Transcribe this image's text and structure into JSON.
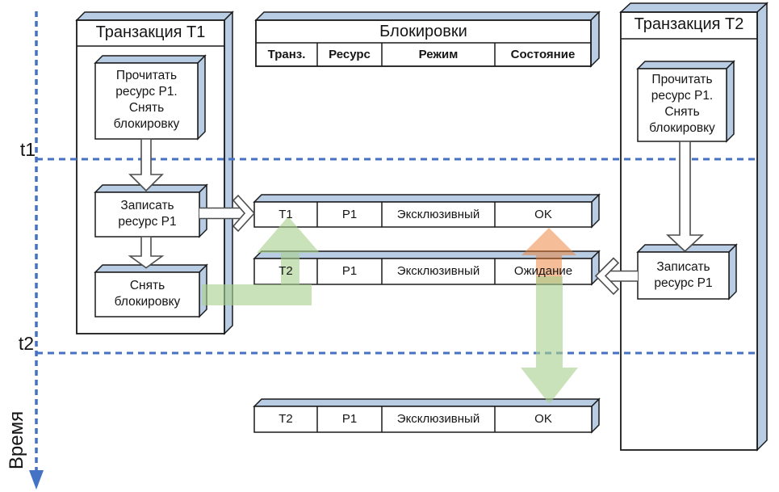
{
  "timeline": {
    "t1_label": "t1",
    "t2_label": "t2",
    "axis_label": "Время"
  },
  "transaction1": {
    "title": "Транзакция T1",
    "step1": "Прочитать\nресурс P1.\nСнять\nблокировку",
    "step2": "Записать\nресурс P1",
    "step3": "Снять\nблокировку"
  },
  "transaction2": {
    "title": "Транзакция T2",
    "step1": "Прочитать\nресурс P1.\nСнять\nблокировку",
    "step2": "Записать\nресурс P1"
  },
  "locks_table": {
    "title": "Блокировки",
    "headers": [
      "Транз.",
      "Ресурс",
      "Режим",
      "Состояние"
    ],
    "rows": [
      {
        "transaction": "T1",
        "resource": "P1",
        "mode": "Эксклюзивный",
        "status": "OK"
      },
      {
        "transaction": "T2",
        "resource": "P1",
        "mode": "Эксклюзивный",
        "status": "Ожидание"
      },
      {
        "transaction": "T2",
        "resource": "P1",
        "mode": "Эксклюзивный",
        "status": "OK"
      }
    ]
  },
  "colors": {
    "timeline_blue": "#4472C4",
    "extrusion_blue": "#B8CCE4",
    "grant_green": "#A9D18E",
    "wait_orange": "#ED7D31"
  }
}
